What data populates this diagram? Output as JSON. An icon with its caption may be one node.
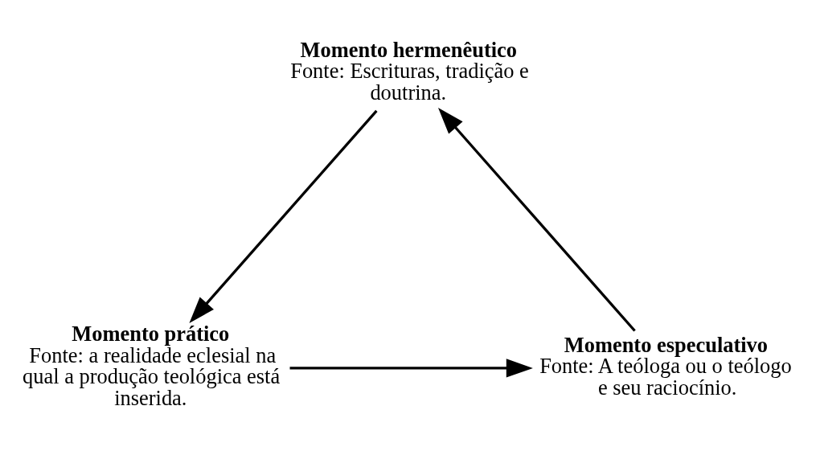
{
  "diagram": {
    "nodes": [
      {
        "text": [
          "Momento hermenêutico",
          "Fonte: Escrituras, tradição e doutrina."
        ]
      },
      {
        "text": [
          "Momento prático",
          "Fonte: a realidade eclesial na qual a produção teológica está inserida."
        ]
      },
      {
        "text": [
          "Momento especulativo",
          "Fonte: A teóloga ou o teólogo e seu raciocínio."
        ]
      }
    ],
    "edges": [
      {
        "from": 0,
        "to": 1,
        "arrow": "to"
      },
      {
        "from": 1,
        "to": 2,
        "arrow": "to"
      },
      {
        "from": 2,
        "to": 0,
        "arrow": "to"
      }
    ]
  }
}
